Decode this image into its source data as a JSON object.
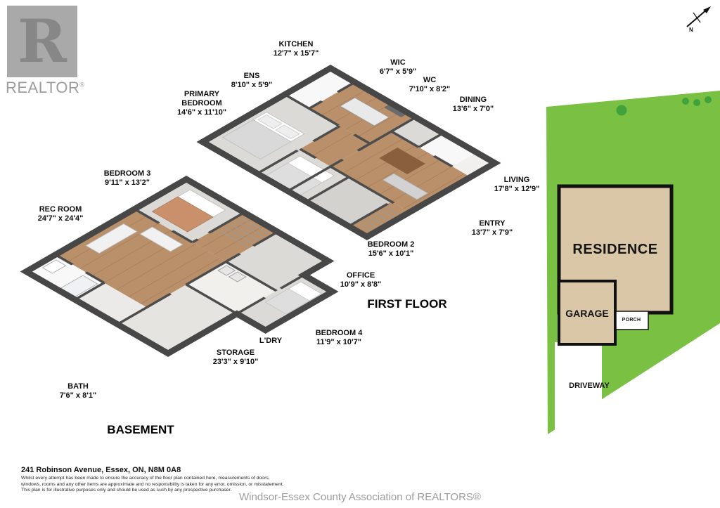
{
  "branding": {
    "logo_letter": "R",
    "logo_text": "REALTOR",
    "registered": "®"
  },
  "compass": {
    "north": "N"
  },
  "floors": [
    {
      "name": "FIRST FLOOR",
      "rooms": [
        {
          "label": "KITCHEN",
          "dims": "12'7\" x 15'7\""
        },
        {
          "label": "WIC",
          "dims": "6'7\" x 5'9\""
        },
        {
          "label": "WC",
          "dims": "7'10\" x 8'2\""
        },
        {
          "label": "DINING",
          "dims": "13'6\" x 7'0\""
        },
        {
          "label": "ENS",
          "dims": "8'10\" x 5'9\""
        },
        {
          "label": "PRIMARY BEDROOM",
          "dims": "14'6\" x 11'10\""
        },
        {
          "label": "LIVING",
          "dims": "17'8\" x 12'9\""
        },
        {
          "label": "ENTRY",
          "dims": "13'7\" x 7'9\""
        },
        {
          "label": "BEDROOM 2",
          "dims": "15'6\" x 10'1\""
        },
        {
          "label": "OFFICE",
          "dims": "10'9\" x 8'8\""
        }
      ]
    },
    {
      "name": "BASEMENT",
      "rooms": [
        {
          "label": "BEDROOM 3",
          "dims": "9'11\" x 13'2\""
        },
        {
          "label": "REC ROOM",
          "dims": "24'7\" x 24'4\""
        },
        {
          "label": "STORAGE",
          "dims": "23'3\" x 9'10\""
        },
        {
          "label": "L'DRY",
          "dims": ""
        },
        {
          "label": "BEDROOM 4",
          "dims": "11'9\" x 10'7\""
        },
        {
          "label": "BATH",
          "dims": "7'6\" x 8'1\""
        }
      ]
    }
  ],
  "site_plan": {
    "residence": "RESIDENCE",
    "garage": "GARAGE",
    "porch": "PORCH",
    "driveway": "DRIVEWAY",
    "colors": {
      "grass": "#79c043",
      "tree": "#3fa23a",
      "building": "#d9c7a7"
    }
  },
  "footer": {
    "address": "241 Robinson Avenue, Essex, ON, N8M 0A8",
    "disclaimer_line1": "Whilst every attempt has been made to ensure the accuracy of the floor plan contained here, measurements of doors,",
    "disclaimer_line2": "windows, rooms and any other items are approximate and no responsibility is taken for any error, omission, or misstatement.",
    "disclaimer_line3": "This plan is for illustrative purposes only and should be used as such by any prospective purchaser.",
    "association": "Windsor-Essex County Association of REALTORS®"
  }
}
